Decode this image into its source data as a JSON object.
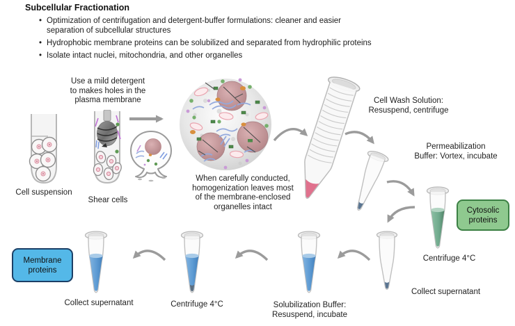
{
  "header": {
    "title": "Subcellular Fractionation",
    "bullets": [
      "Optimization of centrifugation and detergent-buffer formulations: cleaner and easier\nseparation of subcellular structures",
      "Hydrophobic membrane proteins can be solubilized and separated from hydrophilic proteins",
      "Isolate intact nuclei, mitochondria, and other organelles"
    ]
  },
  "flow": {
    "detergent_note": "Use a mild detergent\nto makes holes in the\nplasma membrane",
    "cell_suspension_label": "Cell suspension",
    "shear_cells_label": "Shear cells",
    "homogenization_note": "When carefully conducted,\nhomogenization leaves most\nof the membrane-enclosed\norganelles intact",
    "cell_wash_label": "Cell Wash Solution:\nResuspend, centrifuge",
    "permeabilization_label": "Permeabilization\nBuffer: Vortex, incubate",
    "centrifuge_right_label": "Centrifuge 4°C",
    "collect_supernatant_right_label": "Collect supernatant",
    "solubilization_label": "Solubilization Buffer:\nResuspend, incubate",
    "centrifuge_left_label": "Centrifuge 4°C",
    "collect_supernatant_left_label": "Collect supernatant",
    "cytosolic_badge": "Cytosolic\nproteins",
    "membrane_badge": "Membrane\nproteins"
  },
  "colors": {
    "arrow": "#9b9b9b",
    "blue_liquid": "#5d9bd3",
    "green_liquid": "#6fa98c",
    "pink_pellet": "#e0718d",
    "slate_pellet": "#5a7591",
    "cytosolic_fill": "#8fc98f",
    "cytosolic_border": "#3c8044",
    "membrane_fill": "#54b8e8",
    "membrane_border": "#1b3f66"
  }
}
